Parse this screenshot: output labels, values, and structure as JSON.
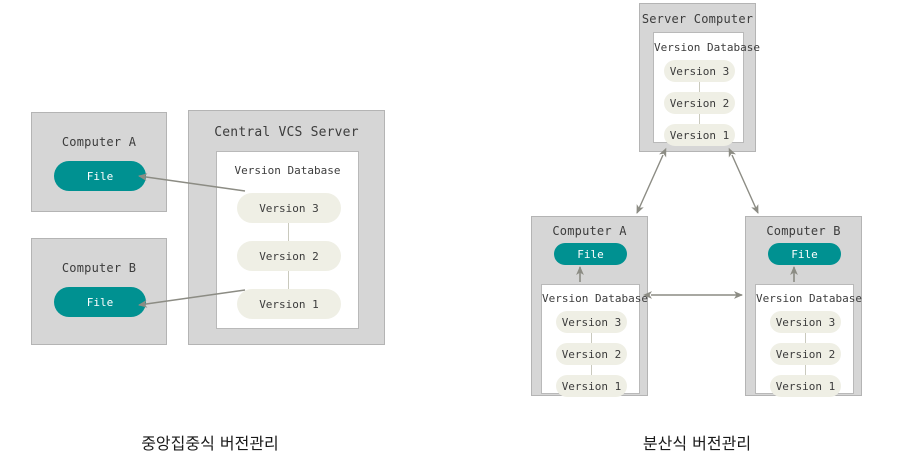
{
  "colors": {
    "panel_bg": "#d6d6d6",
    "panel_border": "#b4b4b4",
    "database_bg": "#ffffff",
    "version_pill_bg": "#efefe5",
    "file_pill_bg": "#009191",
    "file_pill_text": "#ffffff",
    "text": "#3c3c3c",
    "arrow": "#8c8c84",
    "connector": "#c9c9bd",
    "caption_text": "#1a1a1a",
    "page_bg": "#ffffff"
  },
  "left_diagram": {
    "caption": "중앙집중식 버전관리",
    "computer_a": {
      "title": "Computer A",
      "file_label": "File"
    },
    "computer_b": {
      "title": "Computer B",
      "file_label": "File"
    },
    "server": {
      "title": "Central VCS Server",
      "database": {
        "title": "Version Database",
        "versions": [
          "Version 3",
          "Version 2",
          "Version 1"
        ]
      }
    },
    "arrows": [
      {
        "name": "server-to-computer-a",
        "from": "version-database",
        "to": "computer-a-file",
        "heads": "single"
      },
      {
        "name": "server-to-computer-b",
        "from": "version-database",
        "to": "computer-b-file",
        "heads": "single"
      }
    ]
  },
  "right_diagram": {
    "caption": "분산식 버전관리",
    "server": {
      "title": "Server Computer",
      "database": {
        "title": "Version Database",
        "versions": [
          "Version 3",
          "Version 2",
          "Version 1"
        ]
      }
    },
    "computer_a": {
      "title": "Computer A",
      "file_label": "File",
      "database": {
        "title": "Version Database",
        "versions": [
          "Version 3",
          "Version 2",
          "Version 1"
        ]
      }
    },
    "computer_b": {
      "title": "Computer B",
      "file_label": "File",
      "database": {
        "title": "Version Database",
        "versions": [
          "Version 3",
          "Version 2",
          "Version 1"
        ]
      }
    },
    "arrows": [
      {
        "name": "server-computer-a-sync",
        "heads": "double"
      },
      {
        "name": "server-computer-b-sync",
        "heads": "double"
      },
      {
        "name": "computer-a-computer-b-sync",
        "heads": "double"
      },
      {
        "name": "computer-a-db-to-file",
        "heads": "single"
      },
      {
        "name": "computer-b-db-to-file",
        "heads": "single"
      }
    ]
  }
}
